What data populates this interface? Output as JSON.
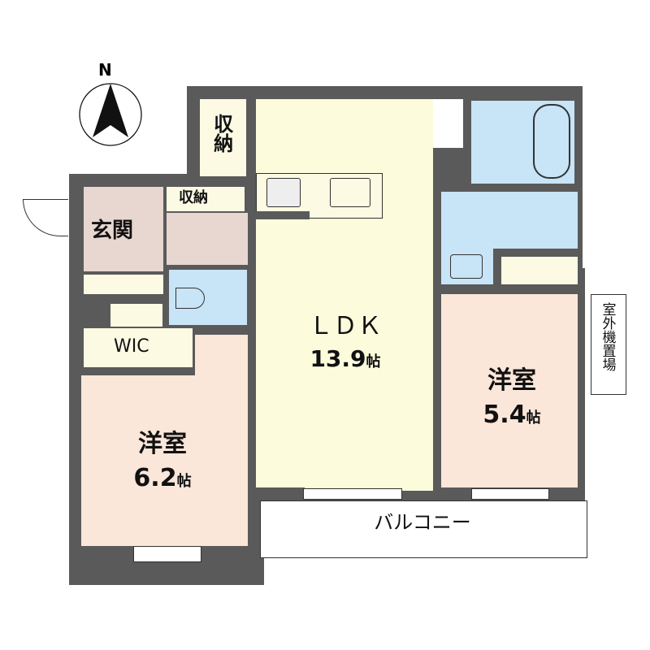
{
  "compass": {
    "label": "N"
  },
  "rooms": {
    "ldk": {
      "name": "ＬＤＫ",
      "size": "13.9",
      "unit": "帖"
    },
    "western_room_1": {
      "name": "洋室",
      "size": "6.2",
      "unit": "帖"
    },
    "western_room_2": {
      "name": "洋室",
      "size": "5.4",
      "unit": "帖"
    },
    "entrance": {
      "name": "玄関"
    },
    "storage_top": {
      "name": "収納"
    },
    "storage_entry": {
      "name": "収納"
    },
    "wic": {
      "name": "WIC"
    },
    "balcony": {
      "name": "バルコニー"
    },
    "ac_unit_space": {
      "name": "室外機置場"
    }
  },
  "colors": {
    "wall": "#5a5a5a",
    "ldk": "#fcfbdc",
    "western_room": "#fbe6da",
    "entrance": "#e8d6d0",
    "wet_area": "#c8e4f7"
  }
}
